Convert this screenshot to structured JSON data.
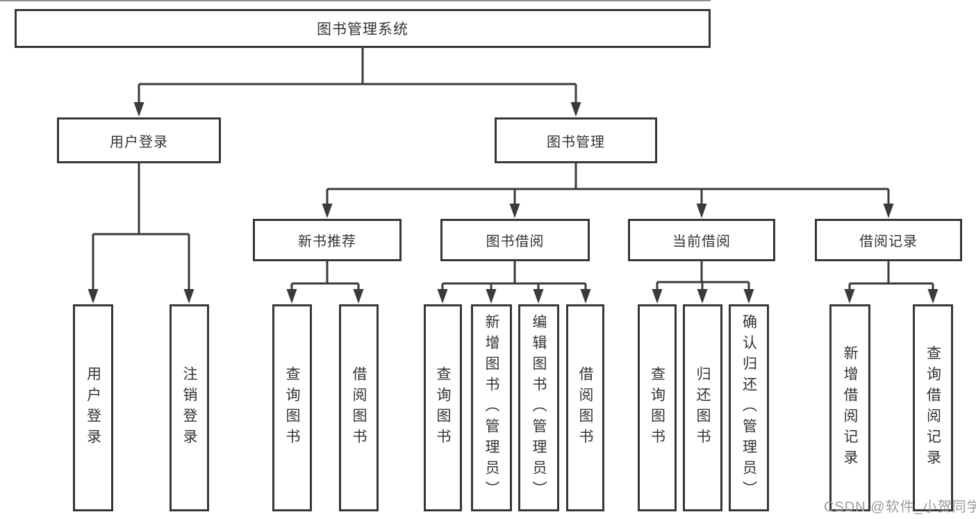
{
  "diagram": {
    "root": {
      "label": "图书管理系统"
    },
    "level2": [
      {
        "label": "用户登录"
      },
      {
        "label": "图书管理"
      }
    ],
    "level3": [
      {
        "label": "新书推荐"
      },
      {
        "label": "图书借阅"
      },
      {
        "label": "当前借阅"
      },
      {
        "label": "借阅记录"
      }
    ],
    "leaves": [
      {
        "label": "用户登录"
      },
      {
        "label": "注销登录"
      },
      {
        "label": "查询图书"
      },
      {
        "label": "借阅图书"
      },
      {
        "label": "查询图书"
      },
      {
        "label": "新增图书（管理员）"
      },
      {
        "label": "编辑图书（管理员）"
      },
      {
        "label": "借阅图书"
      },
      {
        "label": "查询图书"
      },
      {
        "label": "归还图书"
      },
      {
        "label": "确认归还（管理员）"
      },
      {
        "label": "新增借阅记录"
      },
      {
        "label": "查询借阅记录"
      }
    ],
    "colors": {
      "line": "#3a3a3a",
      "box_border": "#363636",
      "text": "#333333",
      "watermark": "#9b9b9b"
    }
  },
  "watermark": {
    "text": "CSDN @软件_小贺同学"
  }
}
